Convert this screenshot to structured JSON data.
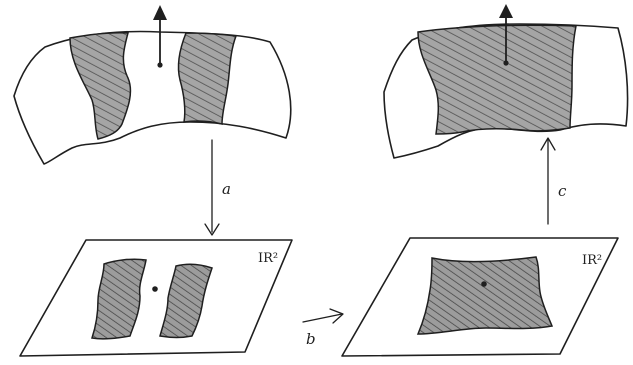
{
  "labels": {
    "arrow_a": "a",
    "arrow_b": "b",
    "arrow_c": "c",
    "plane_left": "IR²",
    "plane_right": "IR²"
  },
  "colors": {
    "ink": "#1f1f1f",
    "shade": "#9a9a9a",
    "paper": "#ffffff"
  }
}
